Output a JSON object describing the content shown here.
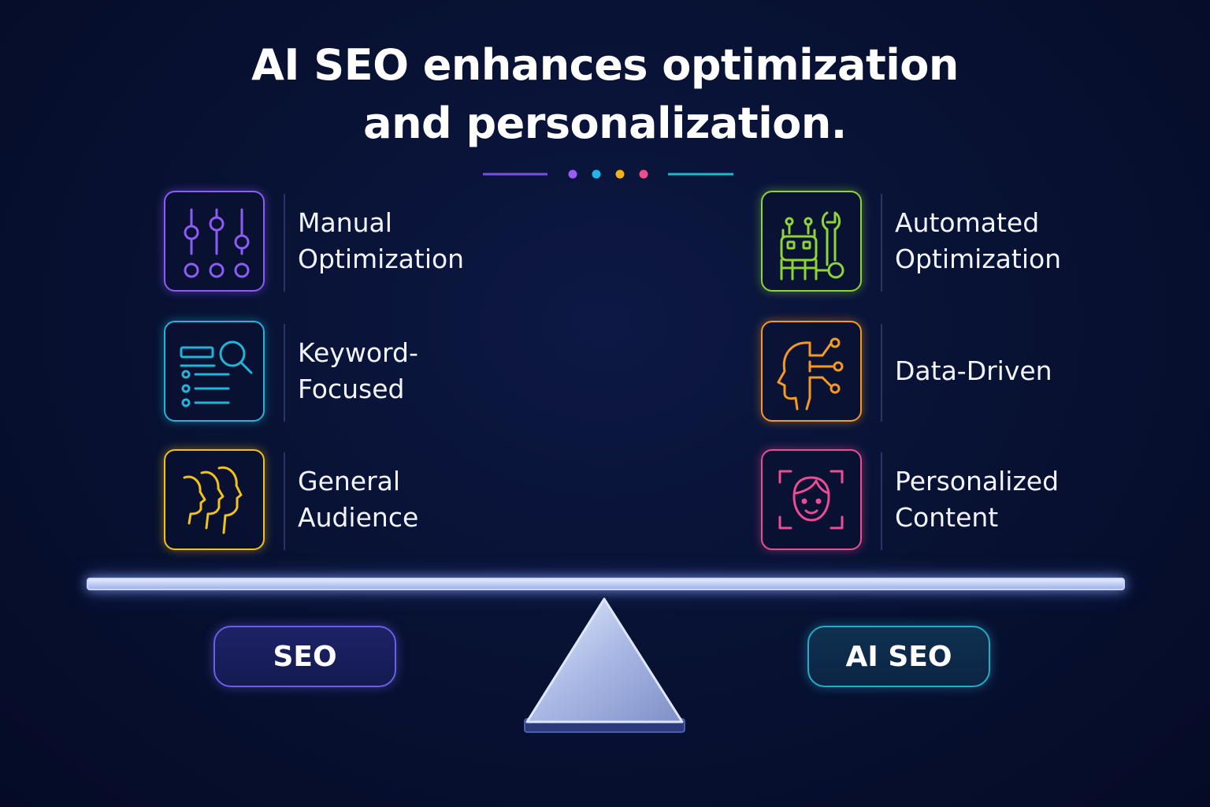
{
  "title": {
    "line1": "AI SEO enhances optimization",
    "line2": "and personalization."
  },
  "divider": {
    "left_line_color": "#7b4fe0",
    "right_line_color": "#22b7c9",
    "dot_colors": [
      "#9a5cf2",
      "#23b5e8",
      "#f2b21c",
      "#ee4d8c"
    ]
  },
  "left_items": [
    {
      "icon": "sliders-icon",
      "color": "#8b5cf6",
      "label_line1": "Manual",
      "label_line2": "Optimization"
    },
    {
      "icon": "keyword-search-icon",
      "color": "#22b3d6",
      "label_line1": "Keyword-",
      "label_line2": "Focused"
    },
    {
      "icon": "audience-heads-icon",
      "color": "#f2c21b",
      "label_line1": "General",
      "label_line2": "Audience"
    }
  ],
  "right_items": [
    {
      "icon": "robot-wrench-icon",
      "color": "#8ed437",
      "label_line1": "Automated",
      "label_line2": "Optimization"
    },
    {
      "icon": "ai-head-circuit-icon",
      "color": "#f59a1f",
      "label_line1": "Data-Driven",
      "label_line2": ""
    },
    {
      "icon": "face-scan-icon",
      "color": "#ec4c93",
      "label_line1": "Personalized",
      "label_line2": "Content"
    }
  ],
  "scale": {
    "left_label": "SEO",
    "right_label": "AI SEO"
  }
}
